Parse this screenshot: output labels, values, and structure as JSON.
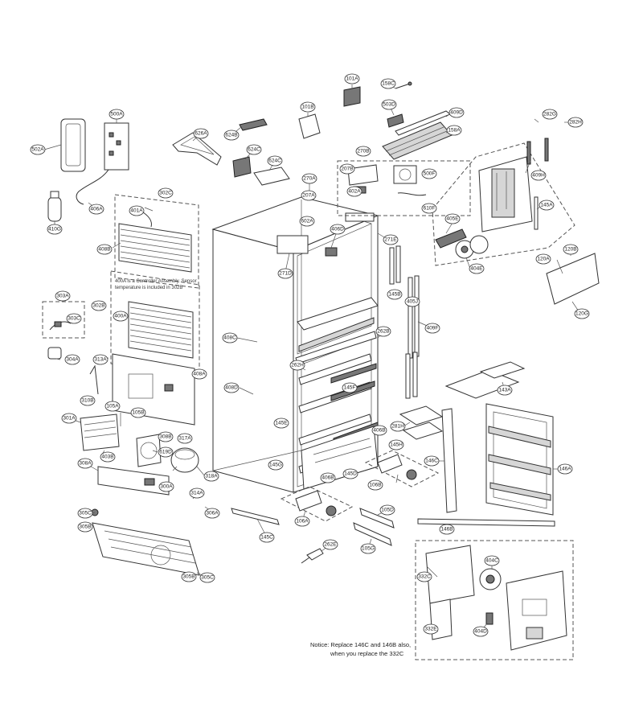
{
  "notes": {
    "controller": "400A is a Controller Assembly. Sensor temperature is included in 302B",
    "notice_line1": "Notice: Replace 146C and 146B also,",
    "notice_line2": "when you replace the 332C"
  },
  "parts": [
    "101A",
    "158C",
    "101B",
    "503D",
    "409D",
    "158A",
    "282G",
    "282H",
    "502A",
    "500A",
    "626A",
    "624B",
    "624C",
    "624C",
    "270B",
    "207B",
    "500F",
    "402A",
    "610F",
    "405E",
    "409H",
    "145A",
    "404E",
    "120A",
    "120B",
    "120G",
    "406A",
    "410G",
    "302C",
    "401A",
    "270A",
    "207A",
    "602A",
    "406D",
    "271E",
    "408B",
    "271D",
    "145B",
    "405J",
    "409F",
    "400A",
    "303A",
    "303C",
    "302B",
    "408C",
    "262B",
    "304A",
    "313A",
    "408A",
    "262H",
    "145F",
    "408D",
    "310B",
    "105A",
    "105B",
    "145E",
    "281H",
    "143A",
    "301A",
    "308B",
    "317A",
    "406B",
    "145H",
    "403B",
    "619D",
    "146C",
    "146A",
    "308A",
    "318A",
    "145G",
    "406B",
    "145D",
    "106B",
    "300A",
    "314A",
    "305C",
    "305B",
    "306A",
    "145C",
    "106A",
    "105D",
    "105G",
    "146B",
    "262E",
    "332C",
    "404C",
    "305B",
    "305C",
    "332E",
    "404D"
  ]
}
